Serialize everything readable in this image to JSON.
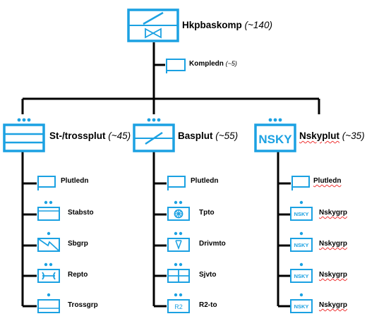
{
  "colors": {
    "symbol": "#1ba1e2",
    "line": "#000000",
    "spell": "#e33333"
  },
  "root": {
    "name": "Hkpbaskomp",
    "count": "(~140)"
  },
  "staff": {
    "name": "Kompledn",
    "count": "(~5)"
  },
  "branches": [
    {
      "name": "St-/trossplut",
      "count": "(~45)",
      "children": [
        {
          "label": "Plutledn",
          "icon": "flag-icon"
        },
        {
          "label": "Stabsto",
          "icon": "stab-icon"
        },
        {
          "label": "Sbgrp",
          "icon": "signal-icon"
        },
        {
          "label": "Repto",
          "icon": "repair-icon"
        },
        {
          "label": "Trossgrp",
          "icon": "supply-icon"
        }
      ]
    },
    {
      "name": "Basplut",
      "count": "(~55)",
      "children": [
        {
          "label": "Plutledn",
          "icon": "flag-icon"
        },
        {
          "label": "Tpto",
          "icon": "transport-icon"
        },
        {
          "label": "Drivmto",
          "icon": "fuel-icon"
        },
        {
          "label": "Sjvto",
          "icon": "medical-icon"
        },
        {
          "label": "R2-to",
          "icon": "r2-icon",
          "badge": "R2"
        }
      ]
    },
    {
      "name": "Nskyplut",
      "count": "(~35)",
      "badge": "NSKY",
      "children": [
        {
          "label": "Plutledn",
          "icon": "flag-icon"
        },
        {
          "label": "Nskygrp",
          "icon": "nsky-icon",
          "badge": "NSKY"
        },
        {
          "label": "Nskygrp",
          "icon": "nsky-icon",
          "badge": "NSKY"
        },
        {
          "label": "Nskygrp",
          "icon": "nsky-icon",
          "badge": "NSKY"
        },
        {
          "label": "Nskygrp",
          "icon": "nsky-icon",
          "badge": "NSKY"
        }
      ]
    }
  ]
}
